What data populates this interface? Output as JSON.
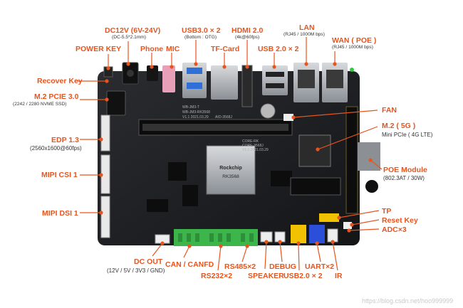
{
  "labels": {
    "power_key": "POWER KEY",
    "dc12v": "DC12V (6V-24V)",
    "dc12v_sub": "(DC-5.5*2.1mm)",
    "phone": "Phone",
    "mic": "MIC",
    "usb30": "USB3.0 × 2",
    "usb30_sub": "(Bottom : OTG)",
    "hdmi": "HDMI 2.0",
    "hdmi_sub": "(4k@60fps)",
    "tfcard": "TF-Card",
    "usb20_top": "USB 2.0 × 2",
    "lan": "LAN",
    "lan_sub": "(RJ45 / 1000M bps)",
    "wan": "WAN ( POE )",
    "wan_sub": "(RJ45 / 1000M bps)",
    "recover_key": "Recover Key",
    "m2_pcie": "M.2  PCIE 3.0",
    "m2_pcie_sub": "(2242 / 2280 NVME SSD)",
    "edp": "EDP 1.3",
    "edp_sub": "(2560x1600@60fps)",
    "mipi_csi": "MIPI CSI 1",
    "mipi_dsi": "MIPI DSI 1",
    "fan": "FAN",
    "m2_5g": "M.2  ( 5G )",
    "m2_5g_sub": "Mini PCIe ( 4G LTE)",
    "poe_module": "POE Module",
    "poe_module_sub": "(802.3AT / 30W)",
    "tp": "TP",
    "reset_key": "Reset Key",
    "adc": "ADC×3",
    "dc_out": "DC OUT",
    "dc_out_sub": "(12V / 5V / 3V3 / GND)",
    "can": "CAN / CANFD",
    "rs232": "RS232×2",
    "rs485": "RS485×2",
    "speaker": "SPEAKER",
    "debug": "DEBUG",
    "usb20_bottom": "USB2.0 × 2",
    "uart": "UART×2",
    "ir": "IR"
  },
  "board_text": {
    "soc_brand": "Rockchip",
    "soc_model": "RK3568",
    "silk_1": "WB-JM3-T",
    "silk_2": "WB-JM3-RK3568",
    "silk_3": "V1.1  2021.03.29",
    "silk_4": "AIO-3568J",
    "core_1": "CORE-RK",
    "core_2": "CORE-3568J",
    "core_3": "V1.1 2021.03.29"
  },
  "watermark": "https://blog.csdn.net/hoo999999",
  "colors": {
    "label": "#e8541c",
    "pointer": "#e8541c",
    "pcb": "#1d1f22",
    "terminal_green": "#3cb54a"
  }
}
